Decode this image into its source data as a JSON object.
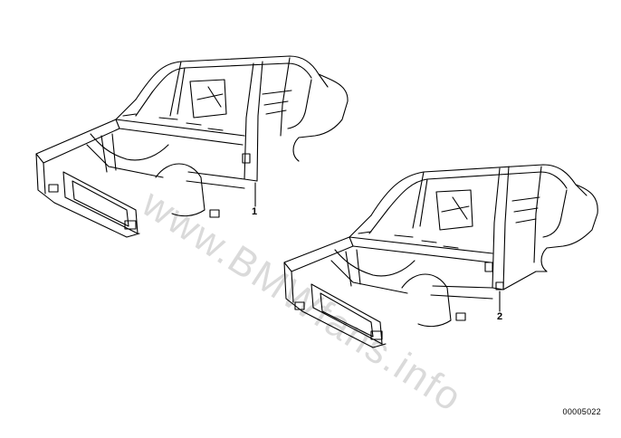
{
  "callouts": {
    "body_1": "1",
    "body_2": "2"
  },
  "reference_code": "00005022",
  "watermark": "www.BMWfans.info",
  "colors": {
    "line": "#000000",
    "background": "#ffffff"
  }
}
